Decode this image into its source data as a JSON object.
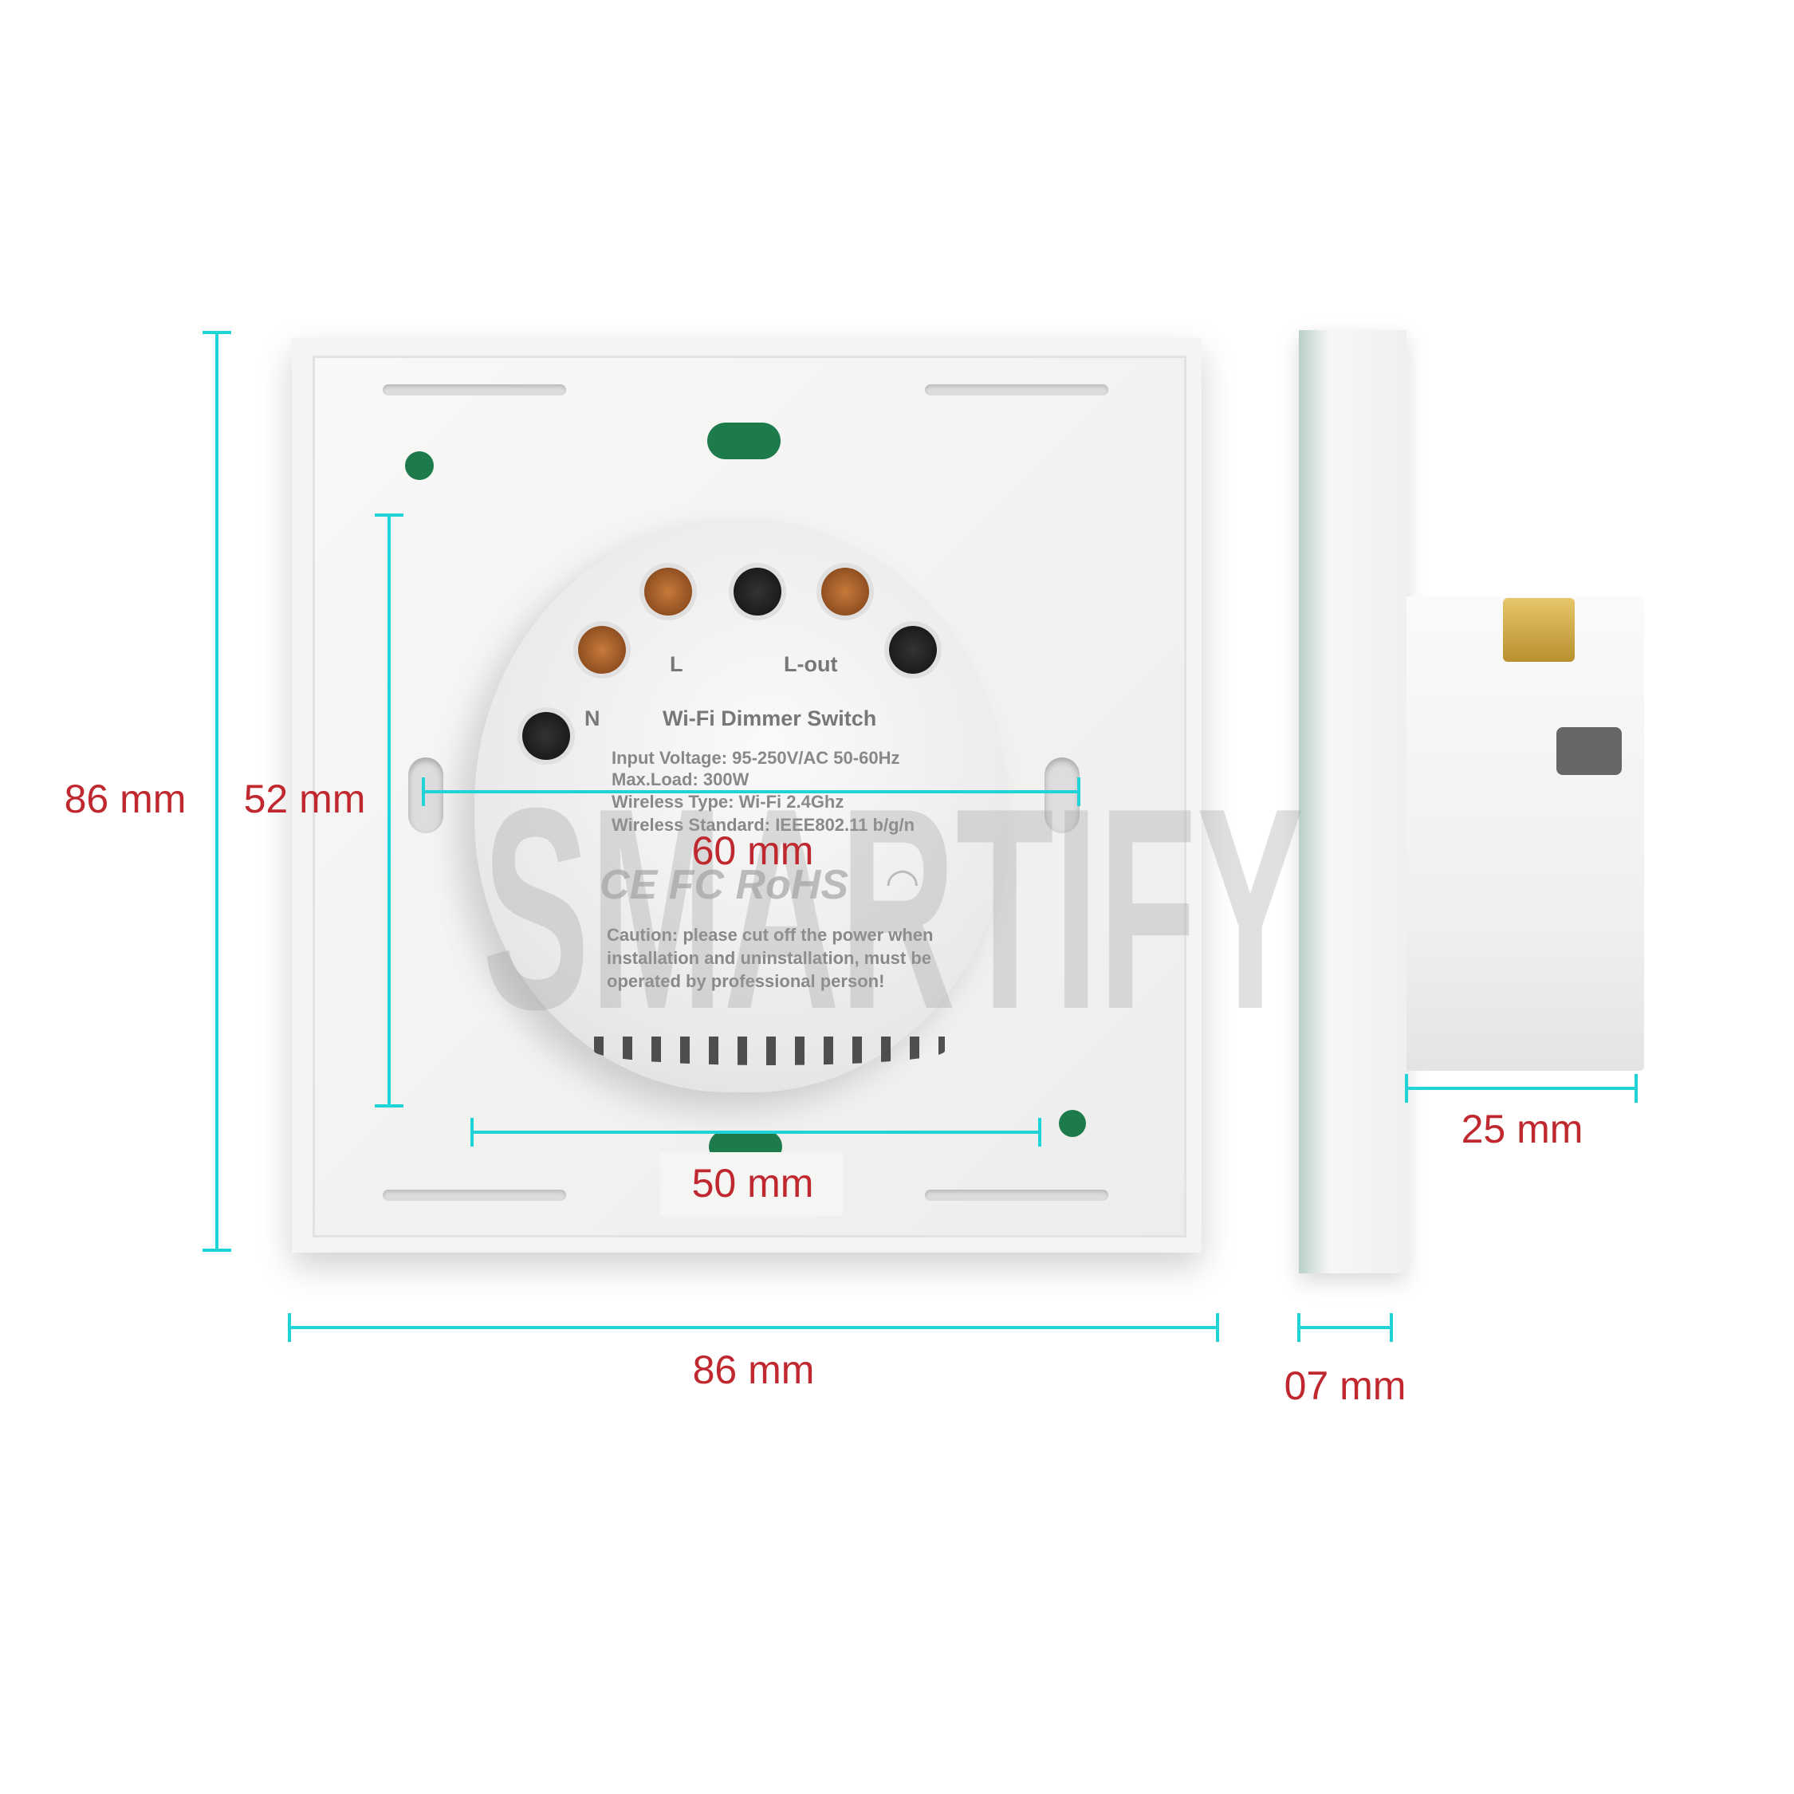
{
  "dimensions": {
    "front_height": "86 mm",
    "module_height": "52 mm",
    "mounting_hole_spacing": "60 mm",
    "module_width": "50 mm",
    "front_width": "86 mm",
    "plate_thickness": "07 mm",
    "module_depth": "25 mm"
  },
  "device_label": {
    "terminal_l": "L",
    "terminal_lout": "L-out",
    "terminal_n": "N",
    "title": "Wi-Fi Dimmer Switch",
    "specs": [
      "Input Voltage: 95-250V/AC 50-60Hz",
      "Max.Load: 300W",
      "Wireless Type: Wi-Fi 2.4Ghz",
      "Wireless Standard: IEEE802.11 b/g/n"
    ],
    "certifications": "CE FC RoHS",
    "caution": [
      "Caution: please cut off the power when",
      "installation and uninstallation, must be",
      "operated by professional person!"
    ]
  },
  "watermark": "SMARTIFY",
  "colors": {
    "dimension_line": "#1fd3d6",
    "dimension_text": "#c0282f"
  }
}
